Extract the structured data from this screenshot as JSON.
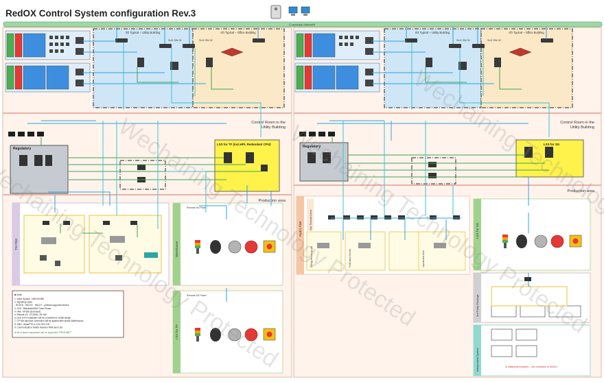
{
  "title": "RedOX Control System configuration Rev.3",
  "network_label": "Corporate Network",
  "left": {
    "upper_utility": "I/O Typical – Utility Building",
    "upper_office": "I/O Typical – Office Building",
    "sld1": "SLD SW 01",
    "sld2": "SLD SW 02",
    "control_room": [
      "Control Room in the",
      "Utility Building"
    ],
    "production": "Production area",
    "regulatory": "Regulatory",
    "lss_box": "LSS for TF (incl.HPL Redundant CPU)",
    "vert_labels": [
      "TW Pilot",
      "Warehouse",
      "LSS for TF"
    ],
    "remote_io": "Remote I/O Panel",
    "note_head": "■ Note",
    "notes": [
      "1. Valve Symbol : NWI ED3RH",
      "2. Signaling Cable :",
      "   ‑ ROUTE : HSCOT ‑ HSLOT ‑ prefixed supported device",
      "3. SCS : Mitsubishi/EDA Three Phase",
      "4. HMI : MT306 (Enclosed)",
      "5. Remote I/O : ET200M ‑SP SW",
      "6. DCS (CP) Installation will be considered in detail design",
      "7. CP Info structure connection will be applied after phase (Warehouse)",
      "8. SMU : Adds/FTS in 120+154+125",
      "9. Communication Switch between NMS and LSS"
    ],
    "note_green": "※ All of above equipment can be supported \"PROFINET\""
  },
  "right": {
    "upper_utility": "I/O Typical – Utility Building",
    "upper_office": "I/O Typical – Office Building",
    "sld1": "SLD SW 01",
    "sld2": "SLD SW 02",
    "control_room": [
      "Control Room in the",
      "Utility Building"
    ],
    "production": "Production area",
    "regulatory": "Regulatory",
    "lss_box": "LSS for SG",
    "vert_labels": [
      "Hydro Pilot",
      "LSS for SG",
      "3rd Party Package",
      "Independent System"
    ],
    "sub_labels": [
      "Gas Treatment Area",
      "Energy Recovery Unit",
      "Purification Section",
      "Liquefaction Area"
    ],
    "note_red": "※ Independent system – Not connected to RedOX"
  },
  "watermark": "Wechaining Technology Protected",
  "colors": {
    "backbone": "#9fd8a8",
    "utility_fill": "#cfe6f6",
    "office_fill": "#fbe8c6",
    "lss_fill": "#fff24a",
    "production_fill": "#fde7dc",
    "link_blue": "#29a3e0",
    "link_green": "#3aa64c",
    "link_cyan": "#36c5d4"
  }
}
